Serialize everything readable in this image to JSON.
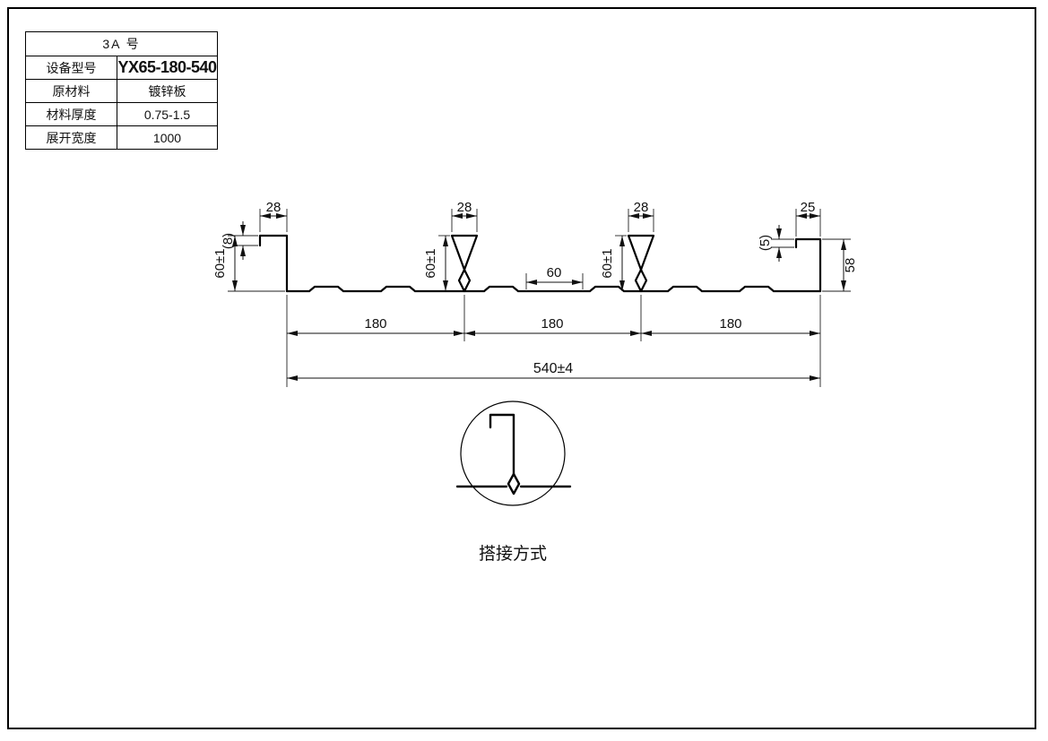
{
  "table": {
    "title": "3A  号",
    "rows": [
      {
        "label": "设备型号",
        "value": "YX65-180-540"
      },
      {
        "label": "原材料",
        "value": "镀锌板"
      },
      {
        "label": "材料厚度",
        "value": "0.75-1.5"
      },
      {
        "label": "展开宽度",
        "value": "1000"
      }
    ]
  },
  "dims": {
    "left_lip": "(8)",
    "left_hook_width": "28",
    "left_height": "60±1",
    "rib1_width": "28",
    "rib1_height": "60±1",
    "mid_flat": "60",
    "rib2_width": "28",
    "rib2_height": "60±1",
    "right_lip": "(5)",
    "right_hook_width": "25",
    "right_height": "58",
    "pitch_1": "180",
    "pitch_2": "180",
    "pitch_3": "180",
    "overall_width": "540±4"
  },
  "detail": {
    "caption": "搭接方式"
  }
}
